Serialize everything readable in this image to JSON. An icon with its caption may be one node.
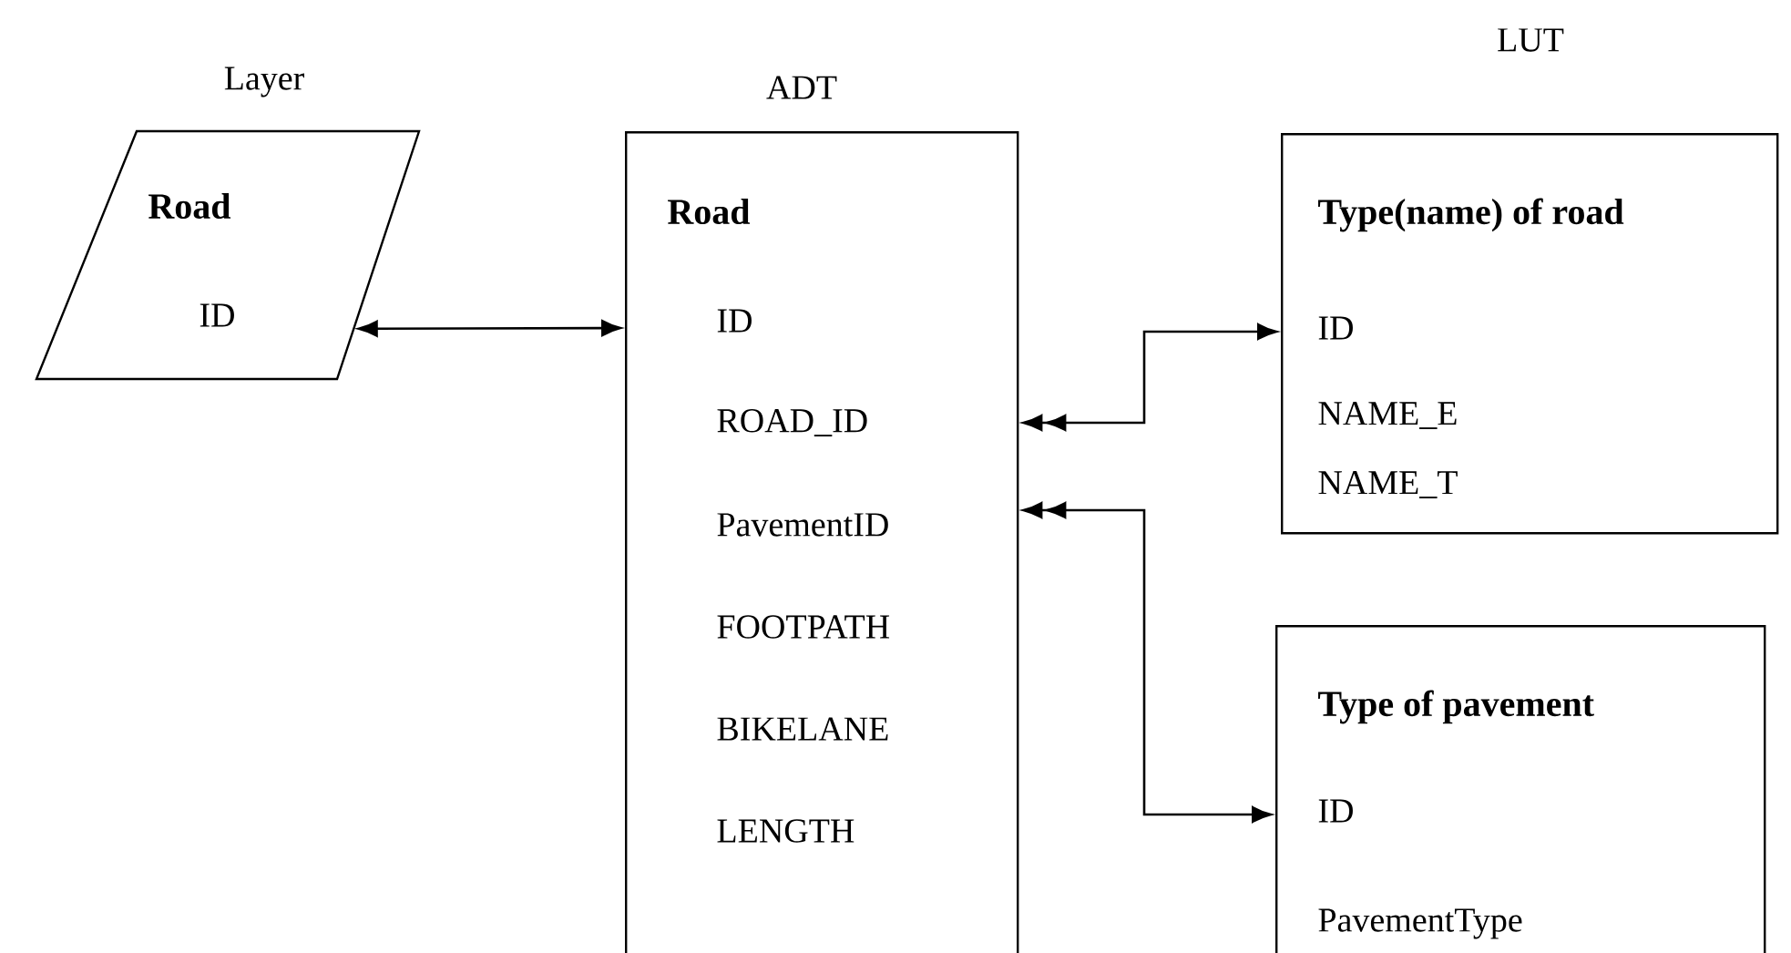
{
  "diagram": {
    "nodes": [
      {
        "text": [
          "Road",
          "ID"
        ],
        "beside": [
          "Layer"
        ]
      },
      {
        "text": [
          "Road",
          "ID",
          "ROAD_ID",
          "PavementID",
          "FOOTPATH",
          "BIKELANE",
          "LENGTH"
        ],
        "beside": [
          "ADT"
        ]
      },
      {
        "text": [
          "Type(name) of road",
          "ID",
          "NAME_E",
          "NAME_T"
        ],
        "beside": [
          "LUT"
        ]
      },
      {
        "text": [
          "Type of pavement",
          "ID",
          "PavementType"
        ]
      }
    ],
    "edges": [
      {
        "from": 0,
        "to": 1,
        "arrow": "both"
      },
      {
        "from": 1,
        "to": 2,
        "arrow": "both"
      },
      {
        "from": 1,
        "to": 3,
        "arrow": "both"
      }
    ]
  }
}
